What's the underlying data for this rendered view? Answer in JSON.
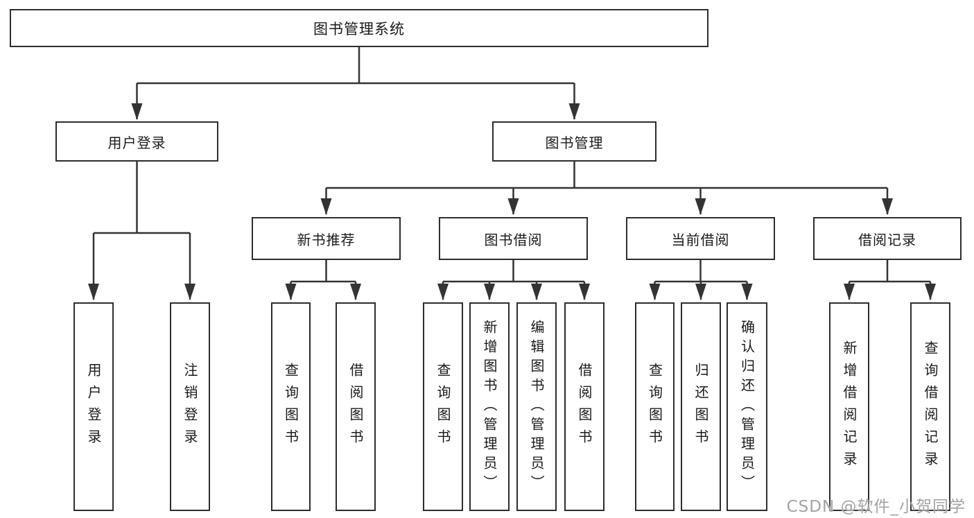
{
  "diagram": {
    "root": {
      "label": "图书管理系统"
    },
    "level2": [
      {
        "label": "用户登录"
      },
      {
        "label": "图书管理"
      }
    ],
    "level3": [
      {
        "label": "新书推荐"
      },
      {
        "label": "图书借阅"
      },
      {
        "label": "当前借阅"
      },
      {
        "label": "借阅记录"
      }
    ],
    "leaves": [
      {
        "label": "用户登录"
      },
      {
        "label": "注销登录"
      },
      {
        "label": "查询图书"
      },
      {
        "label": "借阅图书"
      },
      {
        "label": "查询图书"
      },
      {
        "label": "新增图书（管理员）"
      },
      {
        "label": "编辑图书（管理员）"
      },
      {
        "label": "借阅图书"
      },
      {
        "label": "查询图书"
      },
      {
        "label": "归还图书"
      },
      {
        "label": "确认归还（管理员）"
      },
      {
        "label": "新增借阅记录"
      },
      {
        "label": "查询借阅记录"
      }
    ],
    "colors": {
      "box_border": "#2d2d2d",
      "connector": "#333333",
      "text": "#1a1a1a",
      "watermark": "#a3a3a3",
      "background": "#ffffff"
    }
  },
  "watermark": {
    "text": "CSDN @软件_小贺同学"
  }
}
